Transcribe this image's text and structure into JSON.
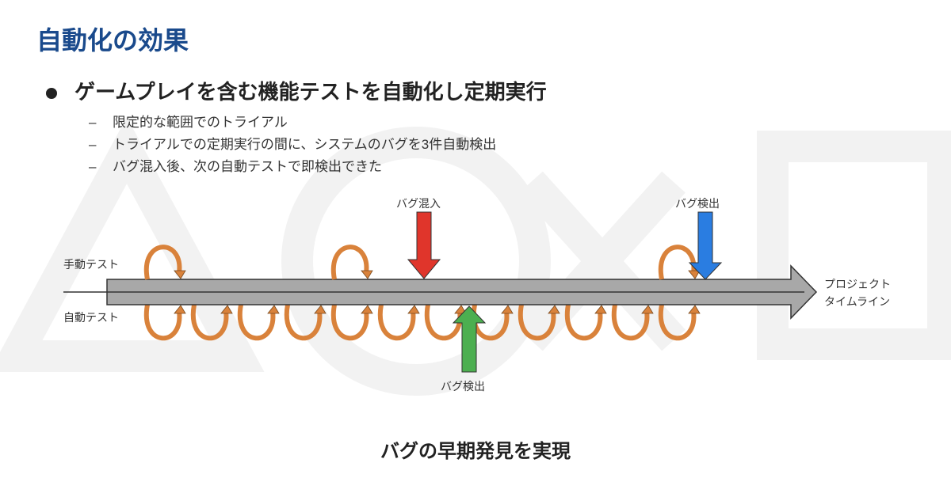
{
  "slide": {
    "title": "自動化の効果",
    "bullet": "ゲームプレイを含む機能テストを自動化し定期実行",
    "sub_bullets": [
      {
        "dash": "–",
        "text": "限定的な範囲でのトライアル"
      },
      {
        "dash": "–",
        "text": "トライアルでの定期実行の間に、システムのバグを3件自動検出"
      },
      {
        "dash": "–",
        "text": "バグ混入後、次の自動テストで即検出できた"
      }
    ],
    "conclusion": "バグの早期発見を実現"
  },
  "diagram": {
    "manual_test_label": "手動テスト",
    "auto_test_label": "自動テスト",
    "timeline_label_line1": "プロジェクト",
    "timeline_label_line2": "タイムライン",
    "bug_injected_label": "バグ混入",
    "bug_detected_manual_label": "バグ検出",
    "bug_detected_auto_label": "バグ検出",
    "manual_loop_count": 3,
    "auto_loop_count": 12,
    "colors": {
      "title": "#1a4a8c",
      "loop": "#d9823b",
      "timeline": "#a8a8a8",
      "bug_injected": "#e0352b",
      "bug_detected_manual": "#2a7de1",
      "bug_detected_auto": "#4caf50"
    }
  }
}
